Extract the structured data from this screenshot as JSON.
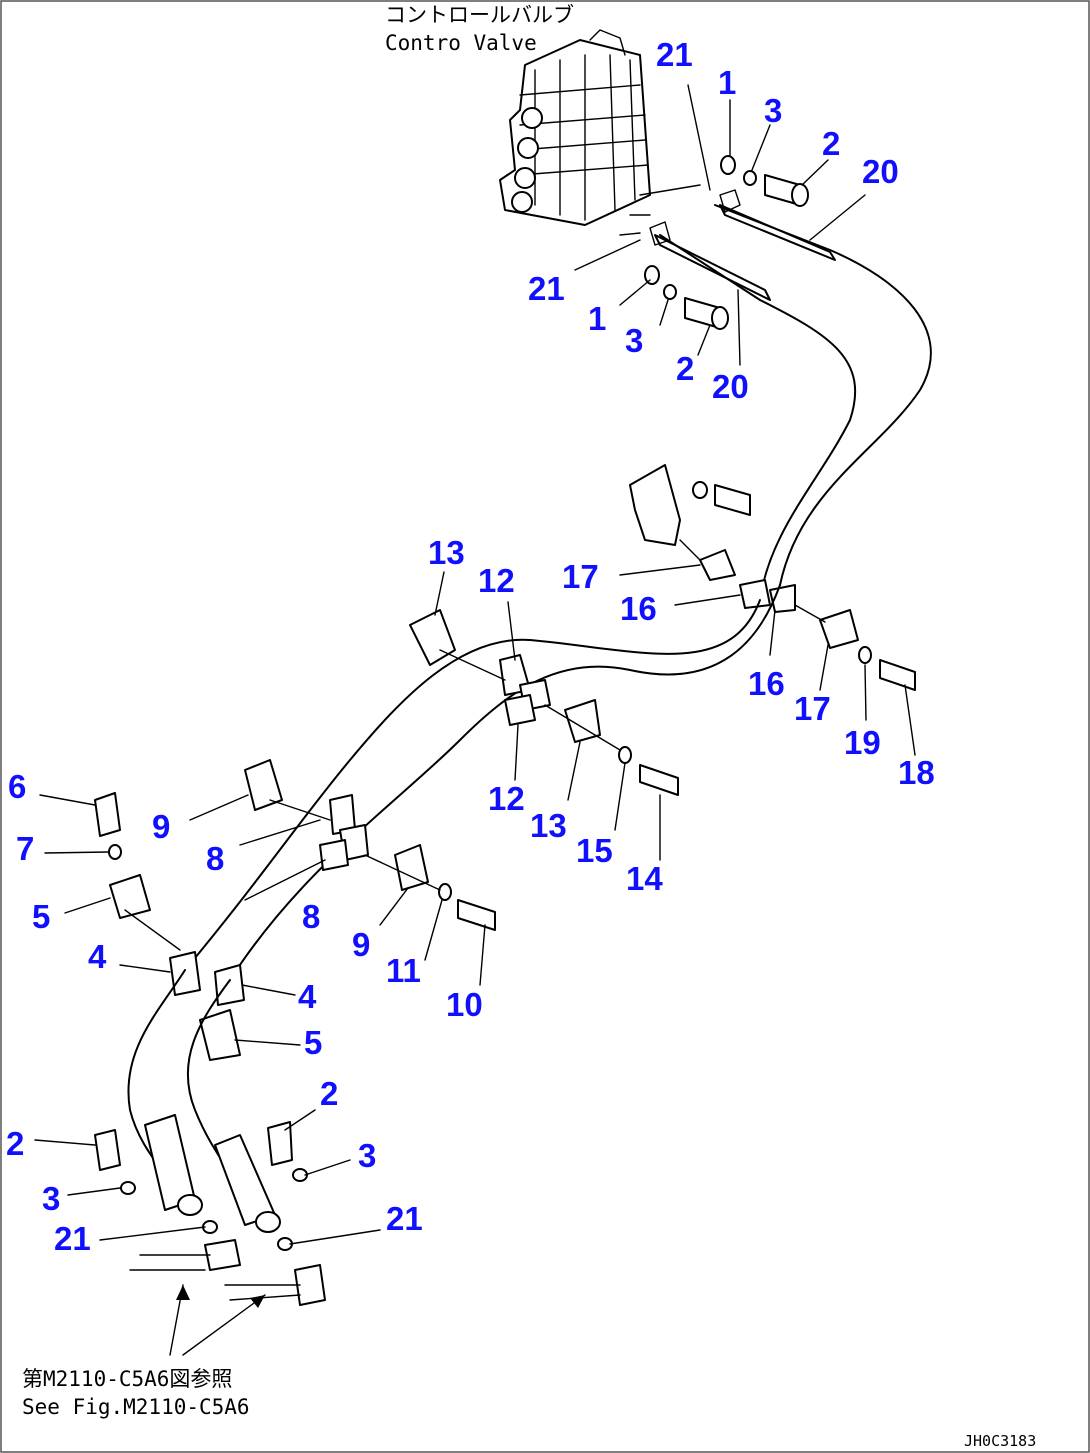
{
  "title_jp": "コントロールバルブ",
  "title_en": "Contro Valve",
  "reference_jp": "第M2110-C5A6図参照",
  "reference_en": "See Fig.M2110-C5A6",
  "drawing_code": "JH0C3183",
  "colors": {
    "callout": "#1010ff",
    "line": "#000000"
  },
  "callouts": [
    "21",
    "1",
    "3",
    "2",
    "20",
    "21",
    "1",
    "3",
    "2",
    "20",
    "13",
    "12",
    "17",
    "16",
    "16",
    "17",
    "19",
    "18",
    "12",
    "13",
    "15",
    "14",
    "6",
    "9",
    "7",
    "8",
    "5",
    "8",
    "9",
    "11",
    "10",
    "4",
    "4",
    "5",
    "2",
    "2",
    "3",
    "3",
    "21",
    "21"
  ]
}
